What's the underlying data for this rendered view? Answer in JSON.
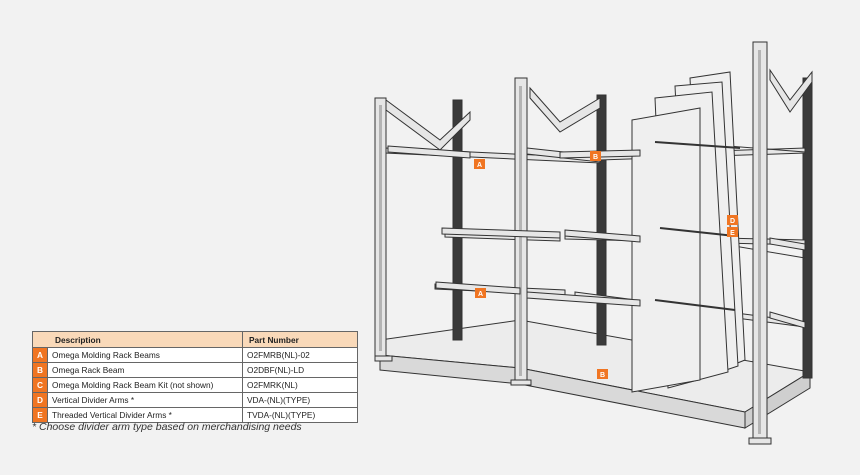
{
  "table": {
    "headers": {
      "description": "Description",
      "part_number": "Part Number"
    },
    "rows": [
      {
        "letter": "A",
        "description": "Omega Molding Rack Beams",
        "part_number": "O2FMRB(NL)-02"
      },
      {
        "letter": "B",
        "description": "Omega Rack Beam",
        "part_number": "O2DBF(NL)-LD"
      },
      {
        "letter": "C",
        "description": "Omega Molding Rack Beam Kit (not shown)",
        "part_number": "O2FMRK(NL)"
      },
      {
        "letter": "D",
        "description": "Vertical Divider Arms *",
        "part_number": "VDA-(NL)(TYPE)"
      },
      {
        "letter": "E",
        "description": "Threaded Vertical Divider Arms *",
        "part_number": "TVDA-(NL)(TYPE)"
      }
    ]
  },
  "footnote": "*  Choose divider arm type based on merchandising needs",
  "callouts": {
    "a_top": "A",
    "b_top": "B",
    "d": "D",
    "e": "E",
    "a_low": "A",
    "b_base": "B"
  },
  "colors": {
    "accent": "#f07522",
    "header_fill": "#f9d9b9",
    "frame": "#e8e8e8",
    "outline": "#333333"
  }
}
